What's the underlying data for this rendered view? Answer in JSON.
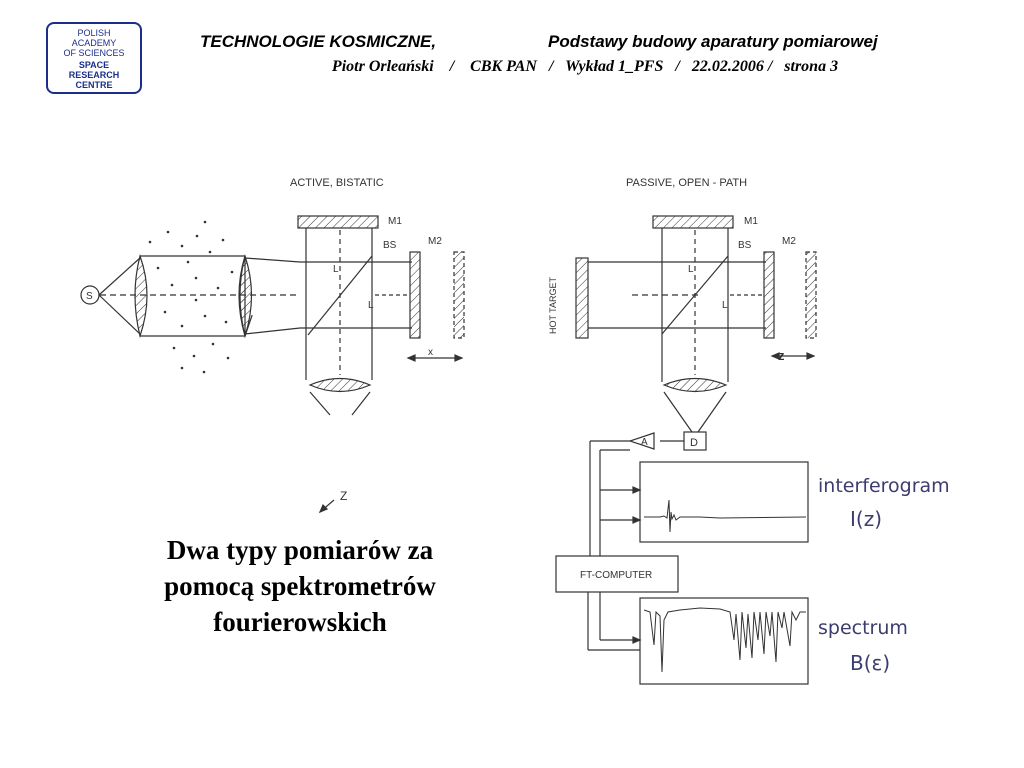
{
  "logo": {
    "line1": "POLISH",
    "line2": "ACADEMY",
    "line3": "OF SCIENCES",
    "line4": "SPACE",
    "line5": "RESEARCH",
    "line6": "CENTRE"
  },
  "header": {
    "left": "TECHNOLOGIE KOSMICZNE,",
    "right": "Podstawy budowy aparatury pomiarowej",
    "subtitle": "Piotr Orleański    /    CBK PAN   /   Wykład 1_PFS   /   22.02.2006 /   strona 3"
  },
  "left_diagram": {
    "title": "ACTIVE, BISTATIC",
    "source_label": "S",
    "m1_label": "M1",
    "m2_label": "M2",
    "bs_label": "BS",
    "l_label_1": "L",
    "l_label_2": "L",
    "x_label": "x",
    "z_label": "Z"
  },
  "right_diagram": {
    "title": "PASSIVE, OPEN - PATH",
    "hot_target_label": "HOT TARGET",
    "m1_label": "M1",
    "m2_label": "M2",
    "bs_label": "BS",
    "l_label_1": "L",
    "l_label_2": "L",
    "z_label": "z",
    "amp_label": "A",
    "detector_label": "D",
    "computer_label": "FT-COMPUTER",
    "interferogram_label": "interferogram",
    "interferogram_symbol": "I(z)",
    "spectrum_label": "spectrum",
    "spectrum_symbol": "B(ε)"
  },
  "caption": {
    "line1": "Dwa typy pomiarów za",
    "line2": "pomocą spektrometrów",
    "line3": "fourierowskich"
  },
  "colors": {
    "logo_blue": "#1b2f8a",
    "ink": "#000000",
    "diagram_ink": "#333333",
    "handwriting": "#3c3c6e"
  }
}
